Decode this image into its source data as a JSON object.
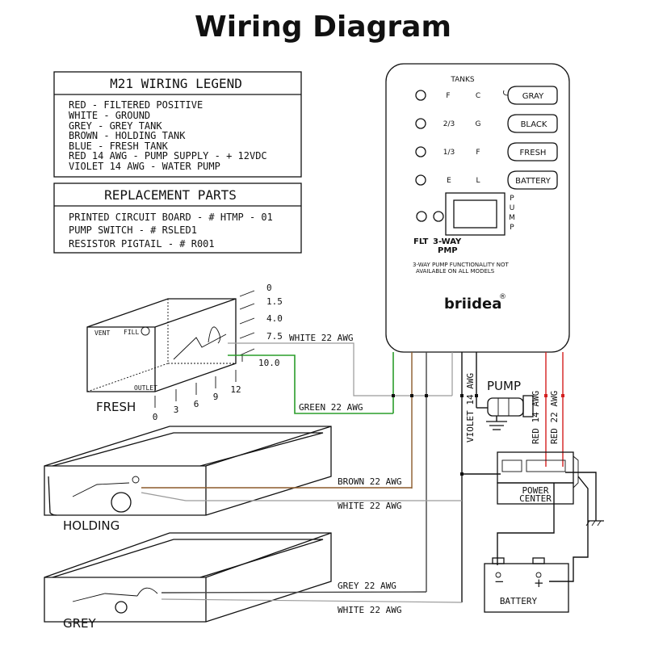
{
  "title": "Wiring Diagram",
  "legend": {
    "heading": "M21 WIRING LEGEND",
    "rows": [
      "RED - FILTERED POSITIVE",
      "WHITE - GROUND",
      "GREY - GREY TANK",
      "BROWN - HOLDING TANK",
      "BLUE - FRESH TANK",
      "RED  14 AWG - PUMP SUPPLY - + 12VDC",
      "VIOLET 14 AWG - WATER PUMP"
    ]
  },
  "parts": {
    "heading": "REPLACEMENT PARTS",
    "rows": [
      "PRINTED CIRCUIT BOARD - # HTMP - 01",
      "PUMP SWITCH - # RSLED1",
      "RESISTOR PIGTAIL - # R001"
    ]
  },
  "panel": {
    "tanks_label": "TANKS",
    "rows": [
      {
        "left": "F",
        "right": "C",
        "pill": "GRAY"
      },
      {
        "left": "2/3",
        "right": "G",
        "pill": "BLACK"
      },
      {
        "left": "1/3",
        "right": "F",
        "pill": "FRESH"
      },
      {
        "left": "E",
        "right": "L",
        "pill": "BATTERY"
      }
    ],
    "pump_vertical": "PUMP",
    "flt_label": "FLT",
    "three_way_label": "3-WAY",
    "pmp_label": "PMP",
    "note_line1": "3-WAY PUMP FUNCTIONALITY NOT",
    "note_line2": "AVAILABLE ON ALL MODELS",
    "brand": "briidea",
    "brand_mark": "®"
  },
  "fresh_tank": {
    "name": "FRESH",
    "vent": "VENT",
    "fill": "FILL",
    "outlet": "OUTLET",
    "gallons_right": [
      "0",
      "1.5",
      "4.0",
      "7.5",
      "10.0"
    ],
    "gallons_bottom": [
      "0",
      "3",
      "6",
      "9",
      "12"
    ]
  },
  "holding_tank": {
    "name": "HOLDING"
  },
  "grey_tank": {
    "name": "GREY"
  },
  "wires": {
    "white_fresh": "WHITE 22 AWG",
    "green": "GREEN 22 AWG",
    "brown": "BROWN 22 AWG",
    "white_holding": "WHITE 22 AWG",
    "grey": "GREY 22 AWG",
    "white_grey": "WHITE 22 AWG",
    "violet": "VIOLET 14 AWG",
    "red14": "RED 14 AWG",
    "red22": "RED 22 AWG"
  },
  "pump": {
    "label": "PUMP"
  },
  "power_center": {
    "line1": "POWER",
    "line2": "CENTER"
  },
  "battery": {
    "label": "BATTERY",
    "neg": "−",
    "pos": "+"
  },
  "colors": {
    "green": "#2a9d2a",
    "brown": "#8b5a2b",
    "red": "#d42020",
    "white_wire": "#9a9a9a",
    "grey_wire": "#444444"
  }
}
